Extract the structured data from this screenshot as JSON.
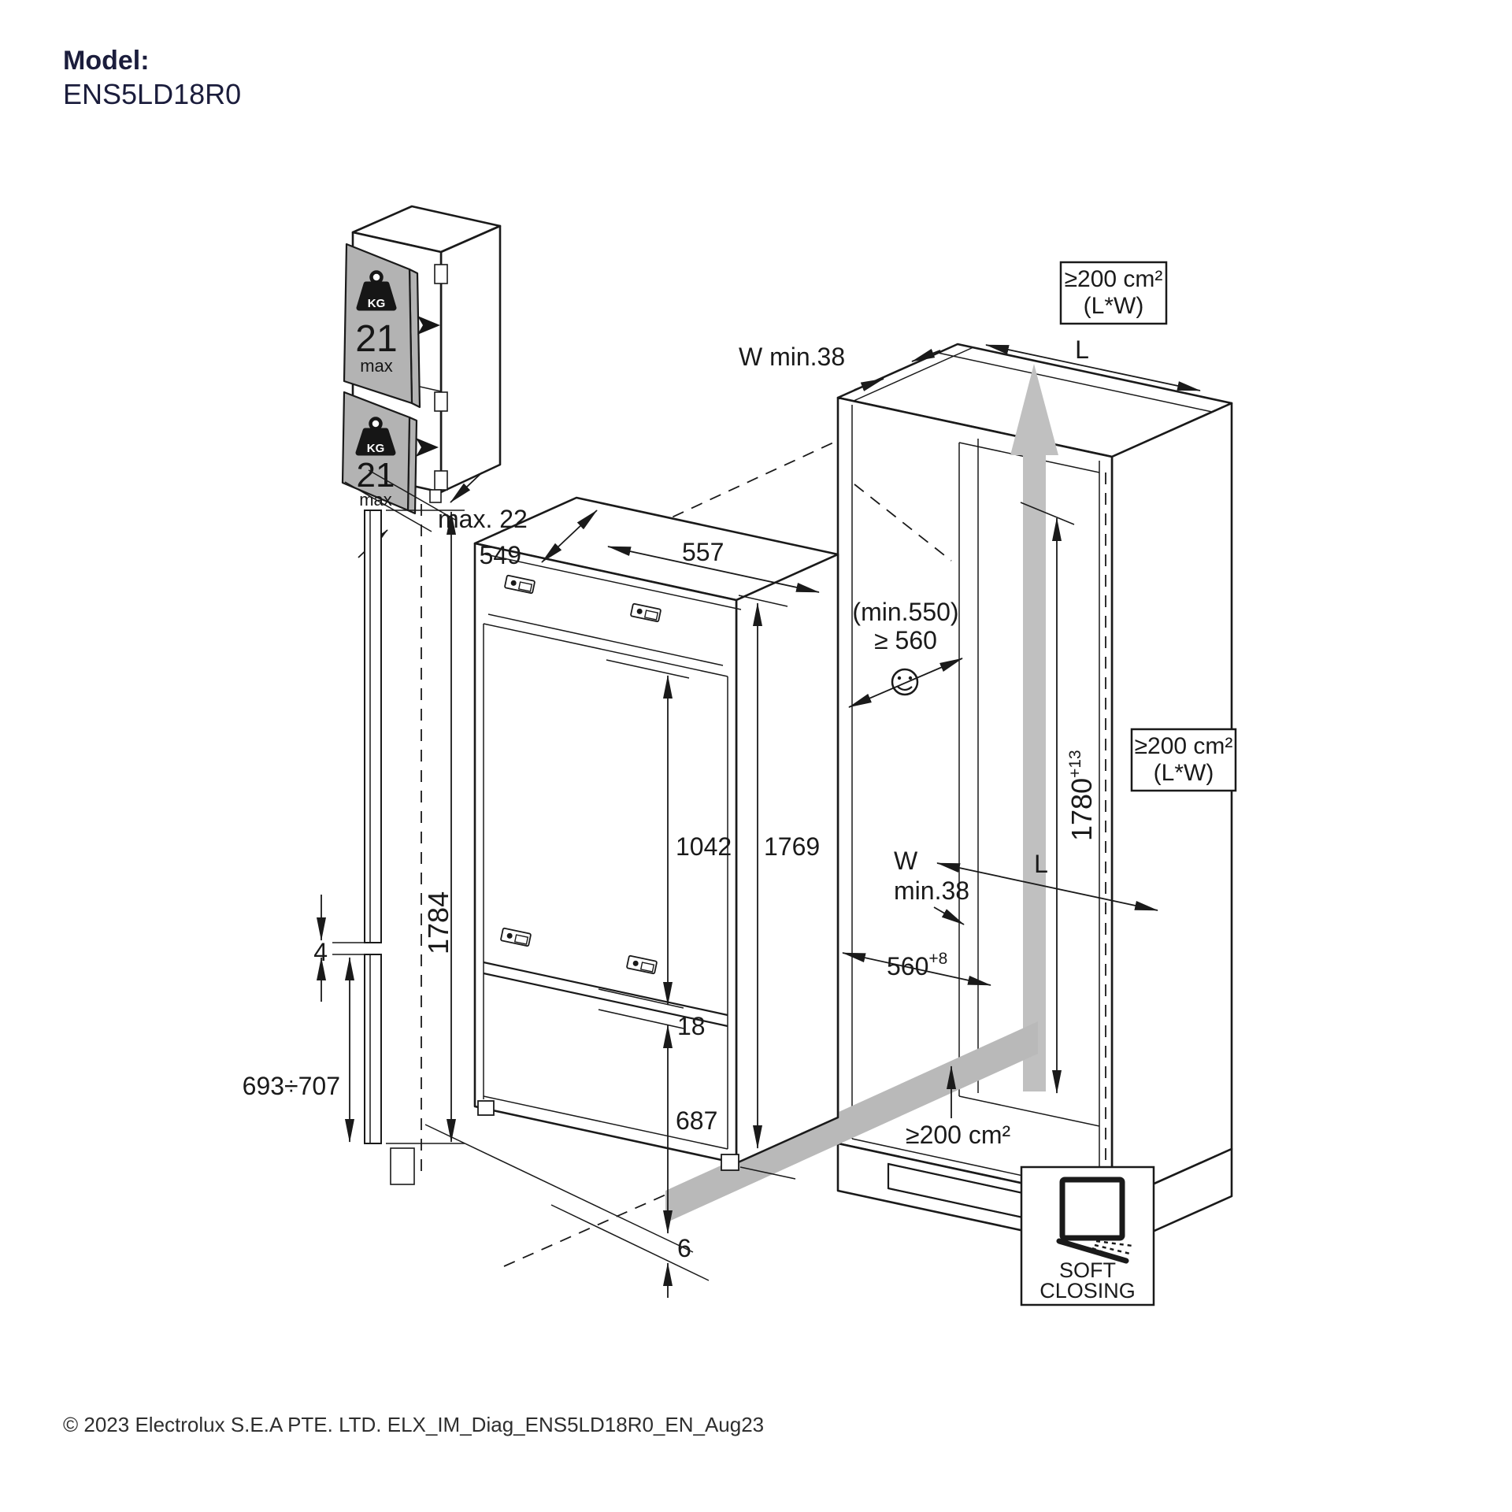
{
  "header": {
    "model_label": "Model:",
    "model_number": "ENS5LD18R0"
  },
  "footer": {
    "copyright": "© 2023 Electrolux S.E.A PTE. LTD. ELX_IM_Diag_ENS5LD18R0_EN_Aug23"
  },
  "panel_weights": {
    "upper": {
      "unit": "KG",
      "value": "21",
      "suffix": "max"
    },
    "lower": {
      "unit": "KG",
      "value": "21",
      "suffix": "max"
    },
    "door_offset": "max. 22"
  },
  "door_side_view": {
    "gap": "4",
    "lower_panel_height": "693÷707",
    "total_height": "1784"
  },
  "appliance": {
    "depth": "549",
    "width": "557",
    "upper_door_height": "1042",
    "total_height": "1769",
    "door_gap": "18",
    "lower_door_height": "687",
    "bottom_clearance": "6"
  },
  "niche": {
    "top_vent_area": {
      "line1": "≥200 cm²",
      "line2": "(L*W)"
    },
    "side_vent_area": {
      "line1": "≥200 cm²",
      "line2": "(L*W)"
    },
    "top_wall_width": "W min.38",
    "top_length": "L",
    "depth_min": "(min.550)",
    "depth_recommended": "≥ 560",
    "height": {
      "main": "1780",
      "sup": "+13"
    },
    "lower_wall_width_1": "W",
    "lower_wall_width_2": "min.38",
    "interior_width": {
      "main": "560",
      "sup": "+8"
    },
    "bottom_length": "L",
    "bottom_vent_area": "≥200 cm²"
  },
  "soft_closing": {
    "line1": "SOFT",
    "line2": "CLOSING"
  },
  "colors": {
    "line": "#1a1a1a",
    "panel_gray": "#b3b3b3",
    "airflow_gray": "#c0c0c0",
    "navy": "#1b1d3c"
  }
}
